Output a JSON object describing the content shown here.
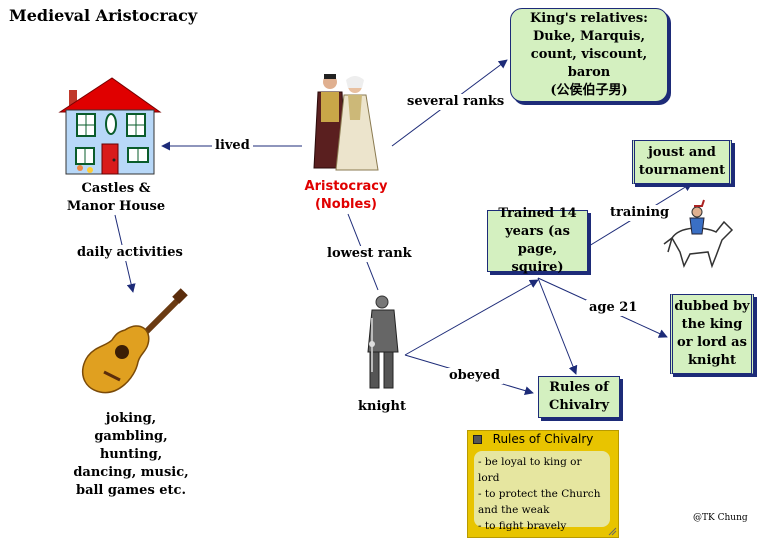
{
  "title": "Medieval Aristocracy",
  "nodes": {
    "castles": "Castles &",
    "castles_line2": "Manor House",
    "aristocracy": "Aristocracy",
    "aristocracy_line2": "(Nobles)",
    "knight": "knight",
    "activities": [
      "joking,",
      "gambling,",
      "hunting,",
      "dancing, music,",
      "ball games etc."
    ],
    "kings_relatives": [
      "King's relatives:",
      "Duke, Marquis,",
      "count, viscount, baron",
      "(公侯伯子男)"
    ],
    "joust": [
      "joust and",
      "tournament"
    ],
    "trained": [
      "Trained 14",
      "years (as page,",
      "squire)"
    ],
    "dubbed": [
      "dubbed by",
      "the king",
      "or lord as",
      "knight"
    ],
    "rules": [
      "Rules of",
      "Chivalry"
    ]
  },
  "edges": {
    "lived": "lived",
    "several_ranks": "several ranks",
    "daily_activities": "daily activities",
    "lowest_rank": "lowest rank",
    "training": "training",
    "age_21": "age 21",
    "obeyed": "obeyed"
  },
  "note": {
    "title": "Rules of Chivalry",
    "lines": [
      "- be loyal to king or lord",
      "- to protect the Church",
      "and the weak",
      "- to fight bravely"
    ]
  },
  "credit": "@TK Chung",
  "colors": {
    "edge": "#1d2b78",
    "box_fill": "#d4f0c0",
    "red_label": "#e00000",
    "note": "#e8c400"
  }
}
